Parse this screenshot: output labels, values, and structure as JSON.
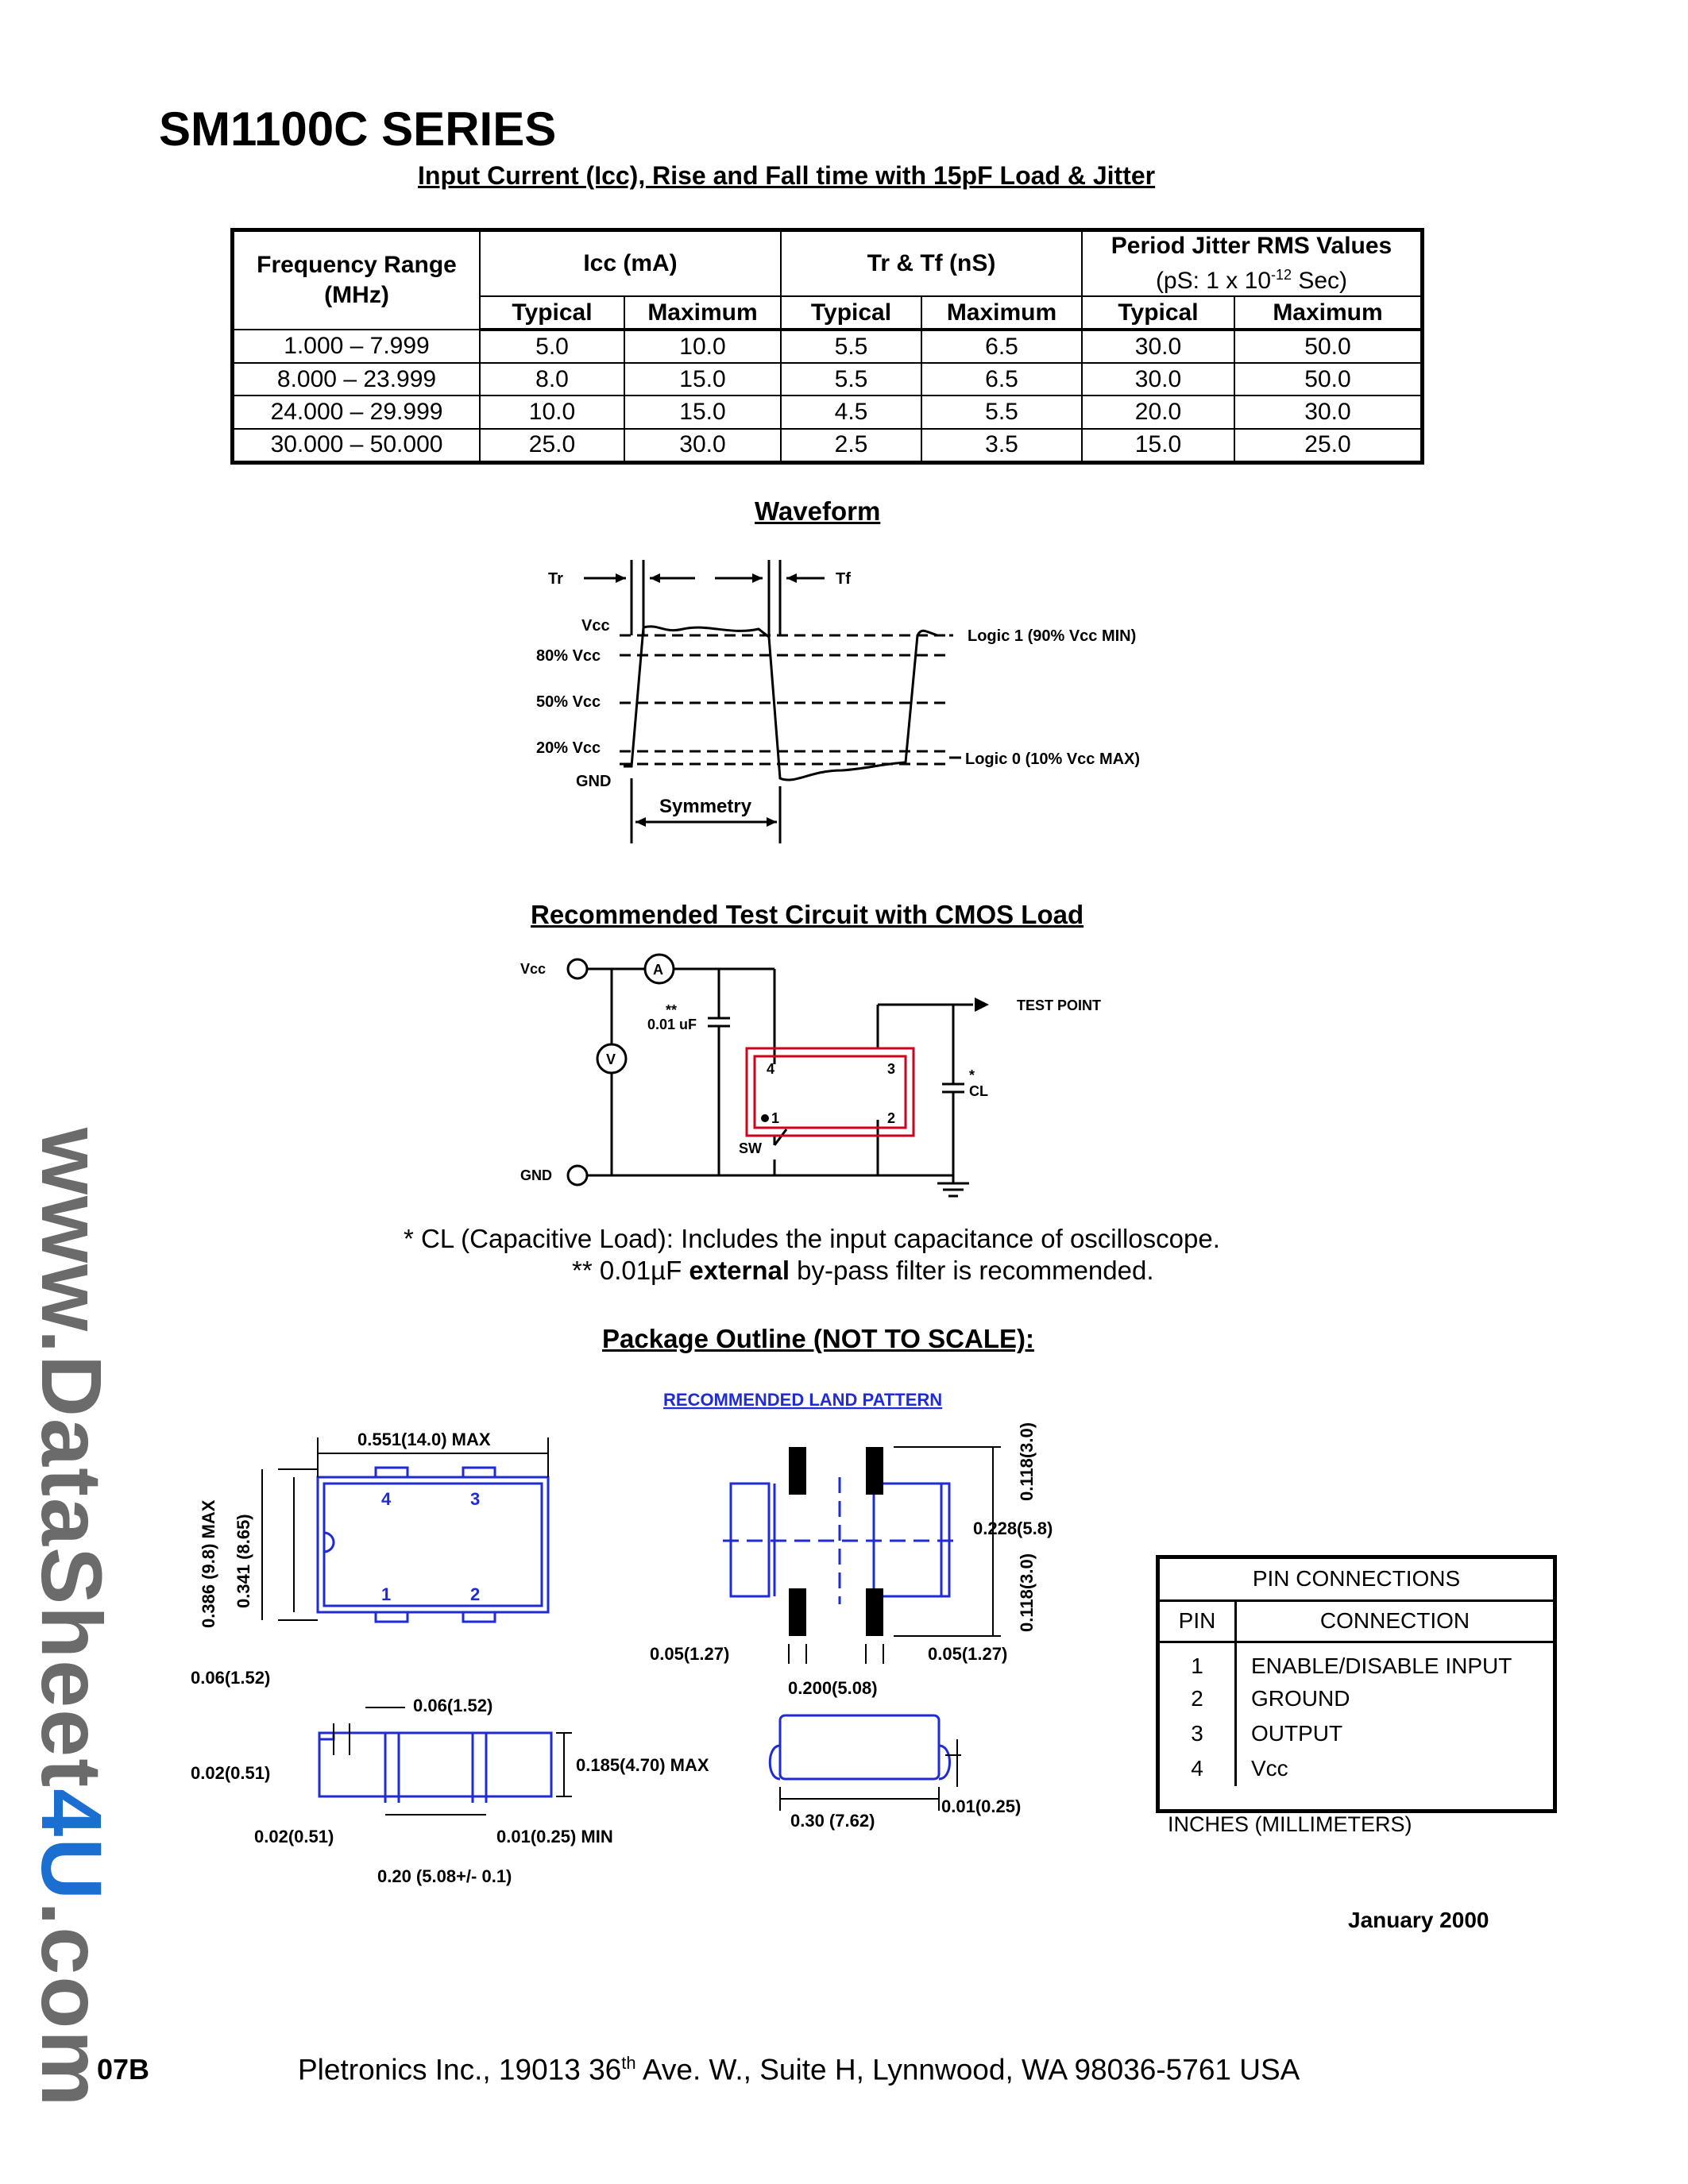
{
  "title": "SM1100C SERIES",
  "sections": {
    "icc_table_title": "Input Current (Icc), Rise and Fall time with 15pF Load & Jitter",
    "waveform_title": "Waveform",
    "circuit_title": "Recommended Test Circuit with CMOS Load",
    "package_title": "Package Outline (NOT TO SCALE):"
  },
  "table": {
    "col_freq": "Frequency Range",
    "col_freq_unit": "(MHz)",
    "col_icc": "Icc (mA)",
    "col_trtf": "Tr & Tf (nS)",
    "col_jitter": "Period Jitter RMS Values",
    "col_jitter_unit_pre": "(pS: 1 x 10",
    "col_jitter_unit_exp": "-12",
    "col_jitter_unit_post": " Sec)",
    "typical": "Typical",
    "maximum": "Maximum",
    "rows": [
      [
        "1.000 – 7.999",
        "5.0",
        "10.0",
        "5.5",
        "6.5",
        "30.0",
        "50.0"
      ],
      [
        "8.000 – 23.999",
        "8.0",
        "15.0",
        "5.5",
        "6.5",
        "30.0",
        "50.0"
      ],
      [
        "24.000 – 29.999",
        "10.0",
        "15.0",
        "4.5",
        "5.5",
        "20.0",
        "30.0"
      ],
      [
        "30.000 – 50.000",
        "25.0",
        "30.0",
        "2.5",
        "3.5",
        "15.0",
        "25.0"
      ]
    ]
  },
  "waveform": {
    "tr": "Tr",
    "tf": "Tf",
    "vcc": "Vcc",
    "v80": "80% Vcc",
    "v50": "50% Vcc",
    "v20": "20% Vcc",
    "gnd": "GND",
    "logic1": "Logic 1 (90% Vcc MIN)",
    "logic0": "Logic 0 (10% Vcc MAX)",
    "symmetry": "Symmetry"
  },
  "circuit": {
    "vcc": "Vcc",
    "gnd": "GND",
    "ammeter": "A",
    "voltmeter": "V",
    "cap_mark": "**",
    "cap": "0.01 uF",
    "pin4": "4",
    "pin3": "3",
    "pin1": "1",
    "pin2": "2",
    "sw": "SW",
    "test_point": "TEST POINT",
    "cl_mark": "*",
    "cl": "CL"
  },
  "notes": {
    "note1": "* CL (Capacitive Load): Includes the input capacitance of oscilloscope.",
    "note2_pre": "** 0.01µF ",
    "note2_bold": "external",
    "note2_post": " by-pass filter is recommended."
  },
  "package": {
    "land_pattern_title": "RECOMMENDED LAND PATTERN",
    "dim_length": "0.551(14.0) MAX",
    "dim_width_max": "0.386 (9.8) MAX",
    "dim_width": "0.341 (8.65)",
    "pin4": "4",
    "pin3": "3",
    "pin1": "1",
    "pin2": "2",
    "dim_pad_left": "0.06(1.52)",
    "dim_pad_right": "0.06(1.52)",
    "dim_lead": "0.02(0.51)",
    "dim_lead_bottom": "0.02(0.51)",
    "dim_height": "0.185(4.70) MAX",
    "dim_standoff": "0.01(0.25) MIN",
    "dim_pitch": "0.20 (5.08+/- 0.1)",
    "land_pad_h_top": "0.118(3.0)",
    "land_pad_h_bottom": "0.118(3.0)",
    "land_span": "0.228(5.8)",
    "land_pad_w_left": "0.05(1.27)",
    "land_pad_w_right": "0.05(1.27)",
    "land_pitch": "0.200(5.08)",
    "side_clear": "0.01(0.25)",
    "side_width": "0.30 (7.62)"
  },
  "pin_connections": {
    "title": "PIN CONNECTIONS",
    "col_pin": "PIN",
    "col_conn": "CONNECTION",
    "rows": [
      [
        "1",
        "ENABLE/DISABLE INPUT"
      ],
      [
        "2",
        "GROUND"
      ],
      [
        "3",
        "OUTPUT"
      ],
      [
        "4",
        "Vcc"
      ]
    ],
    "units": "INCHES (MILLIMETERS)"
  },
  "date": "January 2000",
  "footer": {
    "code": "07B",
    "address_pre": "Pletronics Inc., 19013 36",
    "address_sup": "th",
    "address_post": " Ave. W., Suite H, Lynnwood, WA 98036-5761 USA"
  },
  "watermark": {
    "pre": "www.DataSheet",
    "accent": "4U",
    "post": ".com",
    "accent_color": "#1a6fd1"
  }
}
